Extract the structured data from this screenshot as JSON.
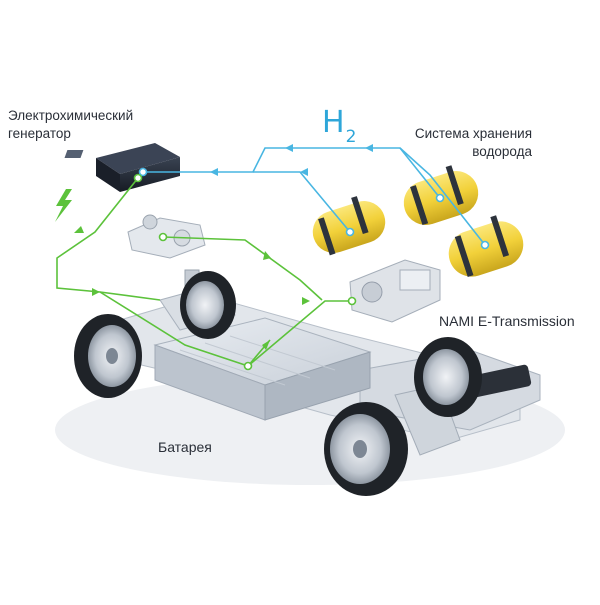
{
  "labels": {
    "generator_line1": "Электрохимический",
    "generator_line2": "генератор",
    "h2_main": "H",
    "h2_sub": "2",
    "storage_line1": "Система хранения",
    "storage_line2": "водорода",
    "transmission": "NAMI E-Transmission",
    "battery": "Батарея"
  },
  "colors": {
    "hydrogen_flow": "#49b6e2",
    "electric_flow": "#5cc23b",
    "tank": "#f3d338",
    "chassis": "#d7dce3",
    "tire": "#1f2328",
    "generator_box": "#222936"
  },
  "icons": [
    "lightning-bolt-icon",
    "arrow-icon"
  ]
}
